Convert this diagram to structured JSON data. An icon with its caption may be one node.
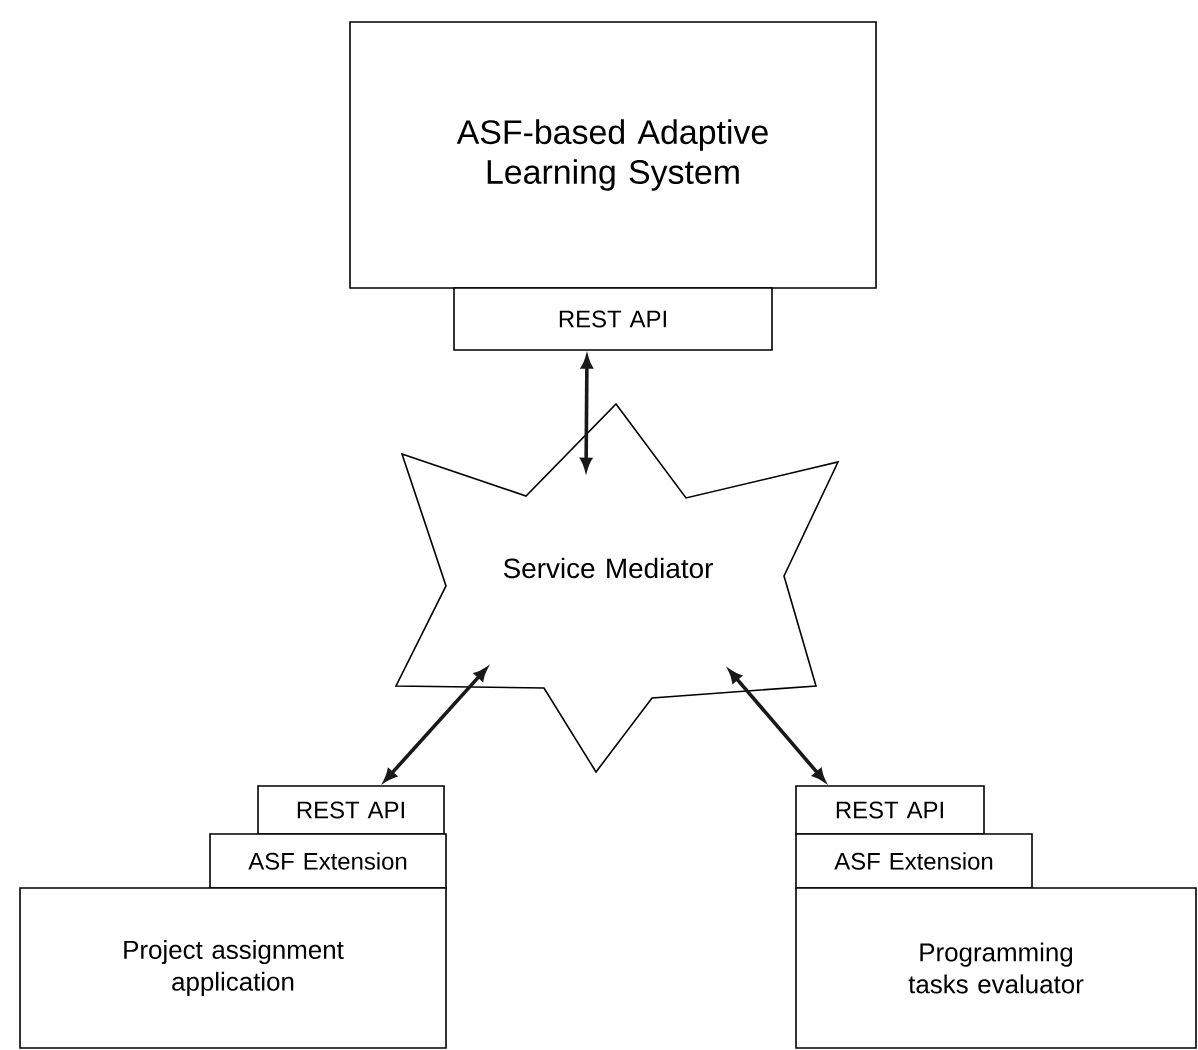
{
  "diagram": {
    "nodes": [
      {
        "text": [
          "ASF-based Adaptive Learning System"
        ]
      },
      {
        "text": [
          "REST API"
        ]
      },
      {
        "text": [
          "Service Mediator"
        ]
      },
      {
        "text": [
          "REST API"
        ]
      },
      {
        "text": [
          "ASF Extension"
        ]
      },
      {
        "text": [
          "Project assignment application"
        ]
      },
      {
        "text": [
          "REST API"
        ]
      },
      {
        "text": [
          "ASF Extension"
        ]
      },
      {
        "text": [
          "Programming tasks evaluator"
        ]
      }
    ],
    "edges": [
      {
        "from": 1,
        "to": 2,
        "arrow": "both"
      },
      {
        "from": 2,
        "to": 3,
        "arrow": "both"
      },
      {
        "from": 2,
        "to": 6,
        "arrow": "both"
      }
    ]
  }
}
